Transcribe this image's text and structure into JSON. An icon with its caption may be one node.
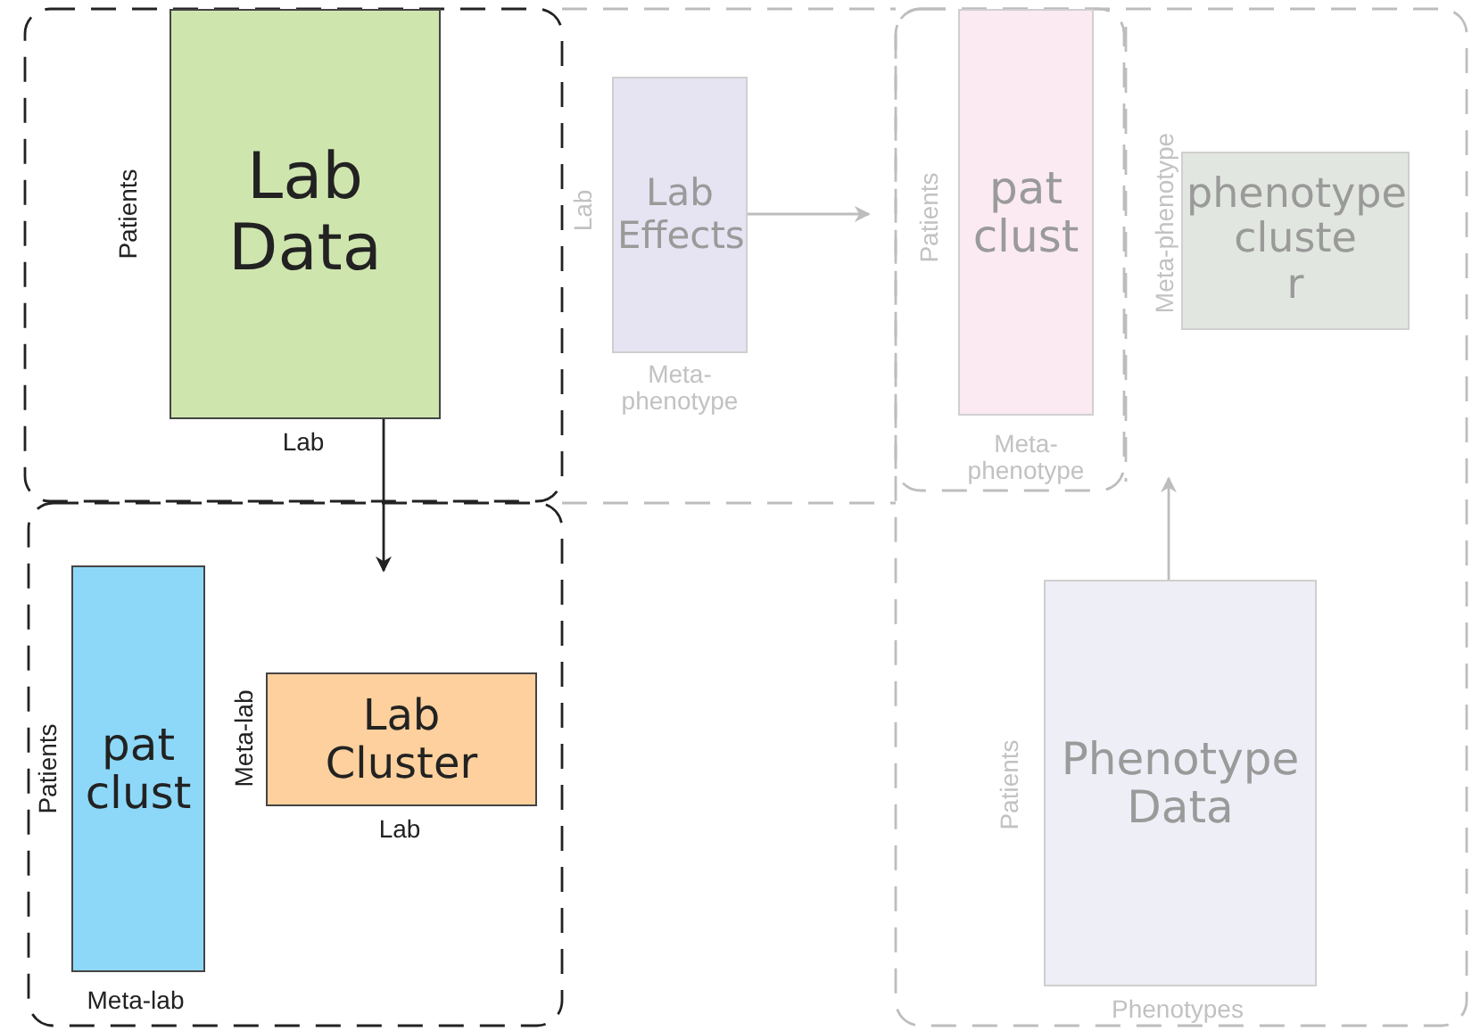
{
  "diagram": {
    "nodes": [
      {
        "text": [
          "Lab Data"
        ],
        "beside": [
          "Patients",
          "Lab"
        ]
      },
      {
        "text": [
          "Lab Effects"
        ],
        "beside": [
          "Lab",
          "Meta- phenotype"
        ]
      },
      {
        "text": [
          "pat clust"
        ],
        "beside": [
          "Patients",
          "Meta- phenotype"
        ]
      },
      {
        "text": [
          "phenotype cluste r"
        ],
        "beside": [
          "Meta-phenotype"
        ]
      },
      {
        "text": [
          "pat clust"
        ],
        "beside": [
          "Patients",
          "Meta-lab"
        ]
      },
      {
        "text": [
          "Lab Cluster"
        ],
        "beside": [
          "Meta-lab",
          "Lab"
        ]
      },
      {
        "text": [
          "Phenotype Data"
        ],
        "beside": [
          "Patients",
          "Phenotypes"
        ]
      }
    ],
    "edges": [
      {
        "from": 0,
        "to": null,
        "arrow": "to",
        "color": "#222222"
      },
      {
        "from": 1,
        "to": 2,
        "arrow": "to"
      },
      {
        "from": 6,
        "to": null,
        "arrow": "to"
      }
    ]
  }
}
